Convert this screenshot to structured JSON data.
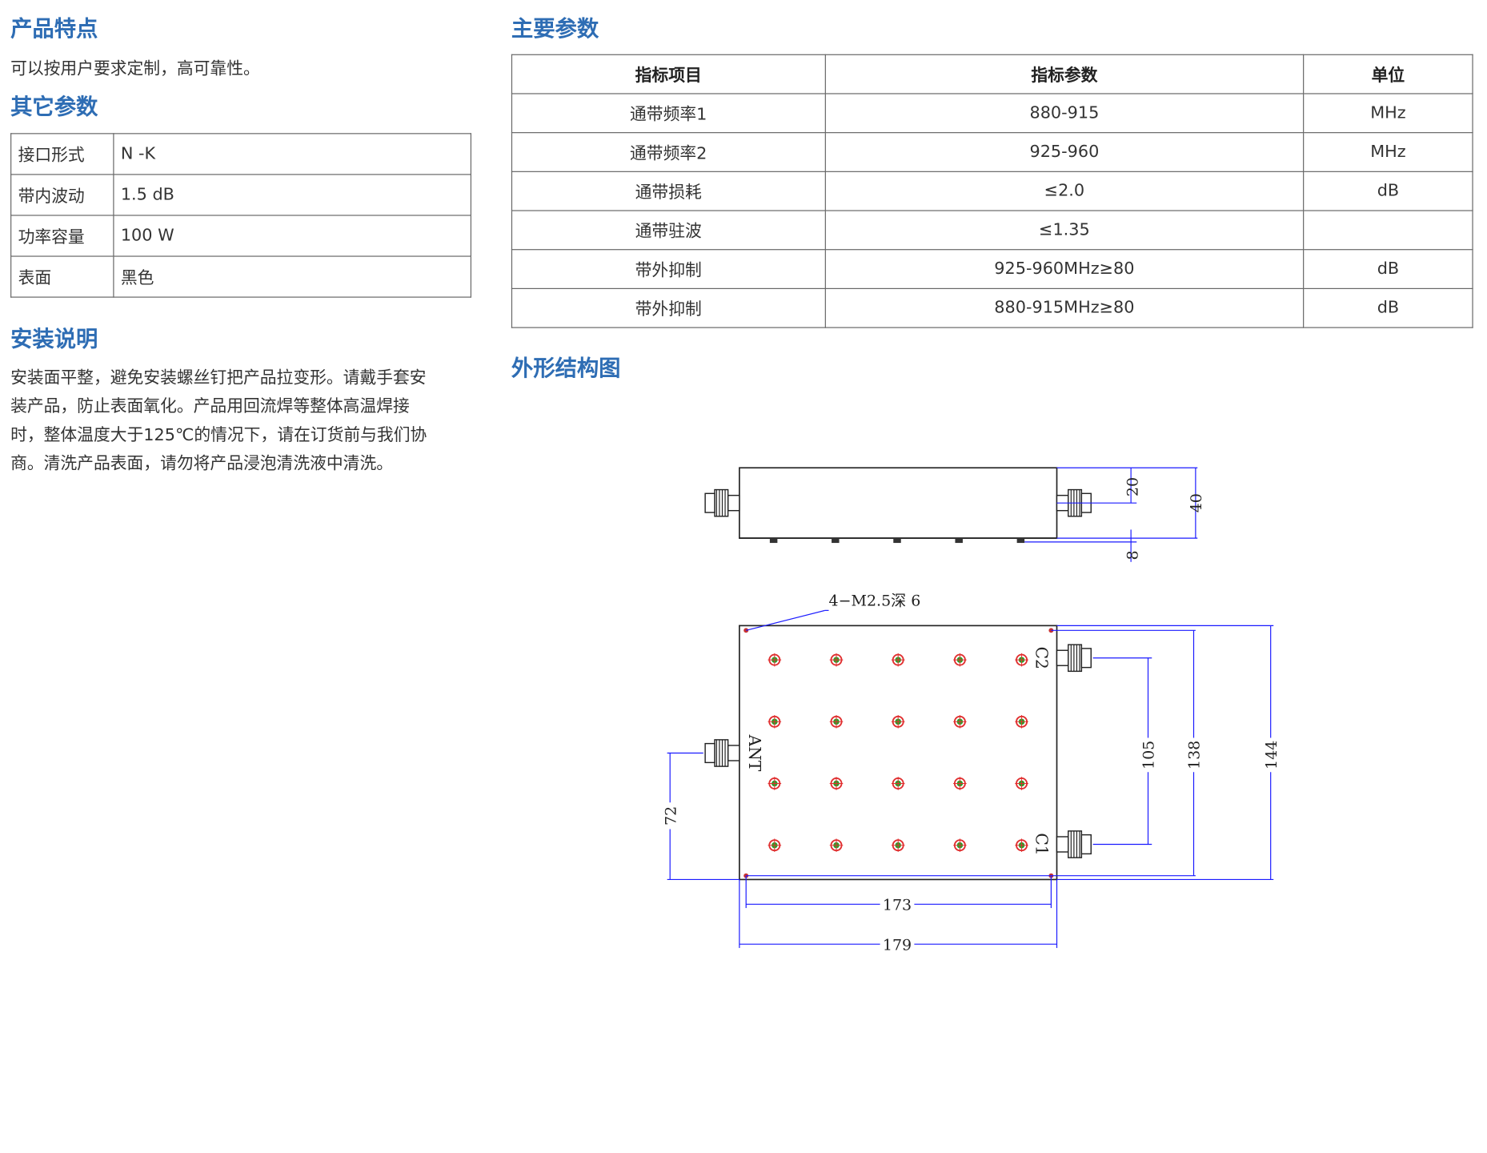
{
  "left": {
    "features": {
      "title": "产品特点",
      "text": "可以按用户要求定制，高可靠性。"
    },
    "other_params": {
      "title": "其它参数",
      "rows": [
        {
          "key": "接口形式",
          "value": "N -K"
        },
        {
          "key": "带内波动",
          "value": "1.5 dB"
        },
        {
          "key": "功率容量",
          "value": "100 W"
        },
        {
          "key": "表面",
          "value": "黑色"
        }
      ]
    },
    "install": {
      "title": "安装说明",
      "lines": [
        "安装面平整，避免安装螺丝钉把产品拉变形。请戴手套安",
        "装产品，防止表面氧化。产品用回流焊等整体高温焊接",
        "时，整体温度大于125℃的情况下，请在订货前与我们协",
        "商。清洗产品表面，请勿将产品浸泡清洗液中清洗。"
      ]
    }
  },
  "right": {
    "main_params": {
      "title": "主要参数",
      "headers": [
        "指标项目",
        "指标参数",
        "单位"
      ],
      "rows": [
        [
          "通带频率1",
          "880-915",
          "MHz"
        ],
        [
          "通带频率2",
          "925-960",
          "MHz"
        ],
        [
          "通带损耗",
          "≤2.0",
          "dB"
        ],
        [
          "通带驻波",
          "≤1.35",
          ""
        ],
        [
          "带外抑制",
          "925-960MHz≥80",
          "dB"
        ],
        [
          "带外抑制",
          "880-915MHz≥80",
          "dB"
        ]
      ]
    },
    "outline": {
      "title": "外形结构图",
      "labels": {
        "dim_20": "20",
        "dim_40": "40",
        "dim_8": "8",
        "hole_note": "4−M2.5深 6",
        "port_ant": "ANT",
        "port_c1": "C1",
        "port_c2": "C2",
        "dim_105": "105",
        "dim_138": "138",
        "dim_144": "144",
        "dim_72": "72",
        "dim_173": "173",
        "dim_179": "179"
      },
      "colors": {
        "dimension": "#1a1aff",
        "outline": "#222222",
        "screw": "#e03030",
        "screw_core": "#2aa02a"
      }
    }
  }
}
